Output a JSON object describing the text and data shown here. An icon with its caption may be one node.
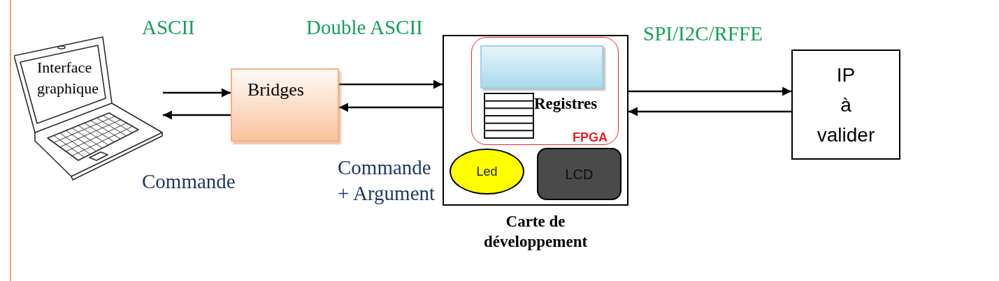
{
  "diagram": {
    "nodes": [
      {
        "text": [
          "Interface graphique"
        ]
      },
      {
        "text": [
          "Bridges"
        ]
      },
      {
        "text": [
          "Carte de développement"
        ]
      },
      {
        "text": [
          "FPGA"
        ],
        "in": 2
      },
      {
        "text": [],
        "shape": "box",
        "in": 3
      },
      {
        "text": [
          "Registres"
        ],
        "in": 3
      },
      {
        "text": [
          "Led"
        ],
        "in": 2
      },
      {
        "text": [
          "LCD"
        ],
        "in": 2
      },
      {
        "text": [
          "IP à valider"
        ]
      }
    ],
    "edges": [
      {
        "from": 0,
        "to": 1,
        "arrow": "to"
      },
      {
        "from": 1,
        "to": 0,
        "arrow": "to"
      },
      {
        "from": 1,
        "to": 2,
        "arrow": "to"
      },
      {
        "from": 2,
        "to": 1,
        "arrow": "to"
      },
      {
        "from": 2,
        "to": 8,
        "arrow": "to"
      },
      {
        "from": 8,
        "to": 2,
        "arrow": "to"
      }
    ],
    "labels": [
      "ASCII",
      "Double ASCII",
      "SPI/I2C/RFFE",
      "Commande",
      "Commande + Argument"
    ]
  }
}
